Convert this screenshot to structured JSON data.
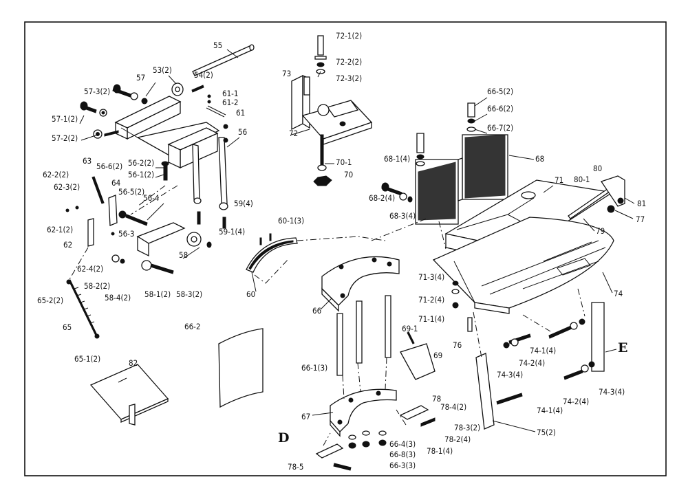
{
  "diagram": {
    "labels": [
      "55",
      "53(2)",
      "54(2)",
      "57",
      "57-3(2)",
      "57-1(2)",
      "57-2(2)",
      "61-1",
      "61-2",
      "61",
      "56",
      "56-2(2)",
      "56-1(2)",
      "63",
      "56-6(2)",
      "64",
      "56-5(2)",
      "56-4",
      "62-2(2)",
      "62-3(2)",
      "62-1(2)",
      "56-3",
      "62",
      "59(4)",
      "59-1(4)",
      "58",
      "62-4(2)",
      "58-2(2)",
      "58-4(2)",
      "58-1(2)",
      "58-3(2)",
      "65-2(2)",
      "65",
      "65-1(2)",
      "72-1(2)",
      "72-2(2)",
      "72-3(2)",
      "73",
      "72",
      "70-1",
      "70",
      "66-5(2)",
      "66-6(2)",
      "66-7(2)",
      "68",
      "68-1(4)",
      "68-2(4)",
      "68-3(4)",
      "80",
      "80-1",
      "71",
      "81",
      "77",
      "79",
      "60-1(3)",
      "60",
      "66",
      "71-3(4)",
      "71-2(4)",
      "71-1(4)",
      "74",
      "76",
      "69-1",
      "69",
      "66-1(3)",
      "66-2",
      "74-1(4)",
      "74-2(4)",
      "74-3(4)",
      "E",
      "82",
      "78",
      "78-4(2)",
      "67",
      "78-3(2)",
      "D",
      "78-2(4)",
      "66-4(3)",
      "66-8(3)",
      "78-1(4)",
      "66-3(3)",
      "78-5",
      "75(2)"
    ]
  }
}
